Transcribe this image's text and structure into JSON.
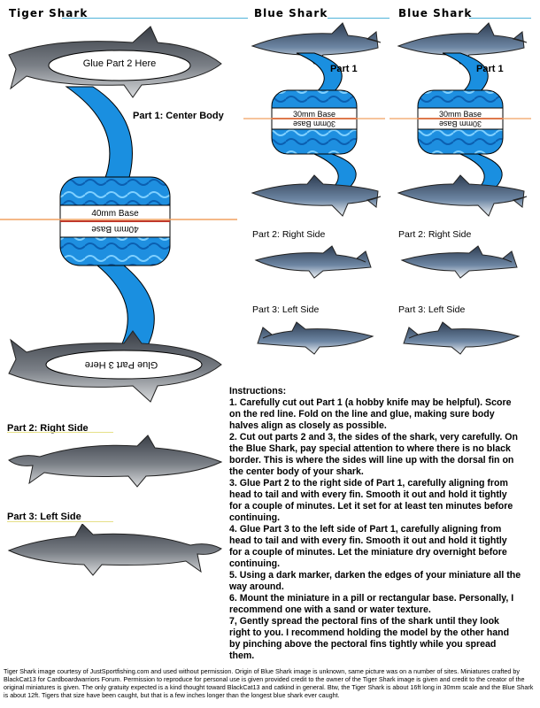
{
  "titles": {
    "tiger": "Tiger Shark",
    "blue_left": "Blue Shark",
    "blue_right": "Blue Shark"
  },
  "tiger": {
    "glue2": "Glue Part 2 Here",
    "glue3": "Glue Part 3 Here",
    "part1": "Part 1: Center Body",
    "base_top": "40mm Base",
    "base_bottom": "40mm Base",
    "part2": "Part 2: Right Side",
    "part3": "Part 3: Left Side"
  },
  "blue": {
    "part1": "Part 1",
    "base_top": "30mm Base",
    "base_bottom": "30mm Base",
    "part2": "Part 2: Right Side",
    "part3": "Part 3: Left Side"
  },
  "colors": {
    "body_blue": "#1a8fe0",
    "base_red": "#c0392b",
    "score_orange": "#f0a060",
    "rule_line": "#4fb3d9"
  },
  "instructions": {
    "heading": "Instructions:",
    "steps": [
      "1. Carefully cut out Part 1 (a hobby knife may be helpful). Score on the red line. Fold on the line and glue, making sure body halves align as closely as possible.",
      "2. Cut out parts 2 and 3, the sides of the shark, very carefully. On the Blue Shark, pay special attention to where there is no black border. This is where the sides will line up with the dorsal fin on the center body of your shark.",
      "3. Glue Part 2 to the right side of Part 1, carefully aligning from head to tail and with every fin. Smooth it out and hold it tightly for a couple of minutes. Let it set for at least ten minutes before continuing.",
      "4. Glue Part 3 to the left side of Part 1, carefully aligning from head to tail and with every fin. Smooth it out and hold it tightly for a couple of minutes. Let the miniature dry overnight before continuing.",
      "5. Using a dark marker, darken the edges of your miniature all the way around.",
      "6. Mount the miniature in a pill or rectangular base. Personally, I recommend one with a sand or water texture.",
      "7, Gently spread the pectoral fins of the shark until they look right to you. I recommend holding the model by the other hand by pinching above the pectoral fins tightly while you spread them."
    ]
  },
  "footer": {
    "text": "Tiger Shark image courtesy of JustSportfishing.com and used without permission. Origin of Blue Shark image is unknown, same picture was on a number of sites. Miniatures crafted by BlackCat13 for Cardboardwarriors Forum. Permission to reproduce for personal use is given provided credit to the owner of the Tiger Shark image is given and credit to the creator of the original miniatures is given. The only gratuity expected is a kind thought toward BlackCat13 and catkind in general. Btw, the Tiger Shark is about 16ft long in 30mm scale and the Blue Shark is about 12ft. Tigers that size have been caught, but that is a few inches longer than the longest blue shark ever caught."
  }
}
